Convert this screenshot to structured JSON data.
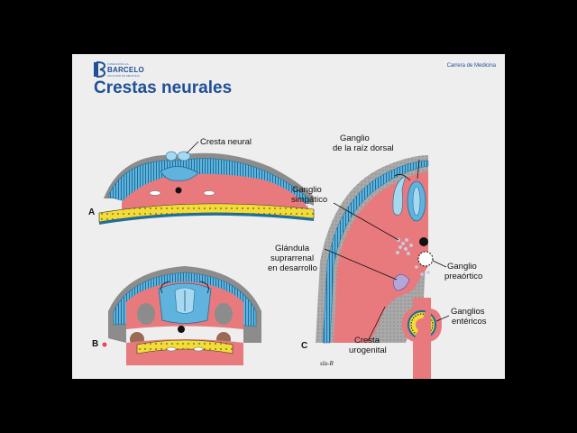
{
  "header": {
    "logo_top": "FUNDACIÓN H.A.",
    "logo_name": "BARCELO",
    "logo_sub": "FACULTAD DE MEDICINA",
    "career": "Carrera de Medicina"
  },
  "title": "Crestas neurales",
  "labels": {
    "cresta_neural": "Cresta neural",
    "ganglio_raiz_1": "Ganglio",
    "ganglio_raiz_2": "de la raíz dorsal",
    "ganglio_simp_1": "Ganglio",
    "ganglio_simp_2": "simpático",
    "glandula_1": "Glándula",
    "glandula_2": "suprarrenal",
    "glandula_3": "en desarrollo",
    "ganglio_pre_1": "Ganglio",
    "ganglio_pre_2": "preaórtico",
    "ganglios_ent_1": "Ganglios",
    "ganglios_ent_2": "entéricos",
    "cresta_uro_1": "Cresta",
    "cresta_uro_2": "urogenital"
  },
  "panel_letters": {
    "a": "A",
    "b": "B",
    "c": "C"
  },
  "signature": "sla-R"
}
